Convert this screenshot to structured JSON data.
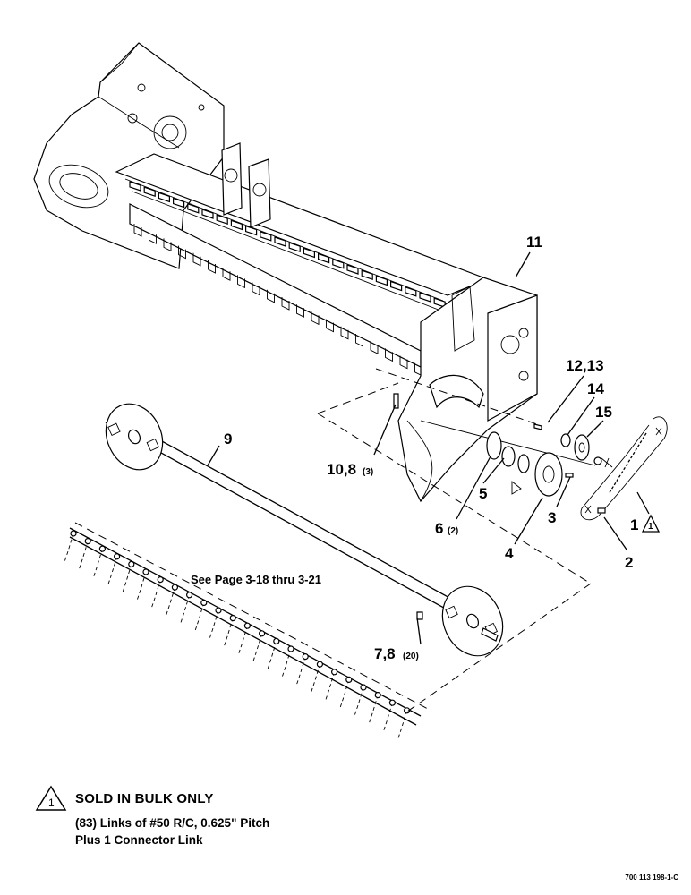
{
  "callouts": [
    {
      "id": "11",
      "text": "11"
    },
    {
      "id": "12-13",
      "text": "12,13"
    },
    {
      "id": "14",
      "text": "14"
    },
    {
      "id": "15",
      "text": "15"
    },
    {
      "id": "9",
      "text": "9"
    },
    {
      "id": "10-8",
      "text": "10,8",
      "qty": "(3)"
    },
    {
      "id": "5",
      "text": "5"
    },
    {
      "id": "3",
      "text": "3"
    },
    {
      "id": "1",
      "text": "1"
    },
    {
      "id": "6",
      "text": "6",
      "qty": "(2)"
    },
    {
      "id": "4",
      "text": "4"
    },
    {
      "id": "2",
      "text": "2"
    },
    {
      "id": "7-8",
      "text": "7,8",
      "qty": "(20)"
    }
  ],
  "reference_note": "See Page 3-18 thru 3-21",
  "note_marker": "1",
  "notes": {
    "title": "SOLD IN BULK ONLY",
    "line1": "(83) Links of #50 R/C, 0.625\" Pitch",
    "line2": "Plus 1 Connector Link"
  },
  "drawing_number": "700 113 198-1-C"
}
